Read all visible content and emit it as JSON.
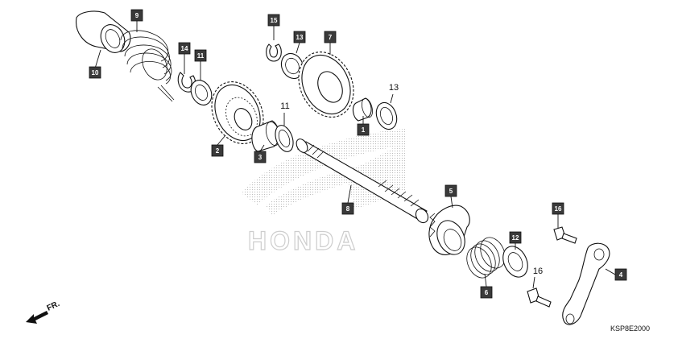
{
  "watermark": {
    "brand": "HONDA"
  },
  "callouts": {
    "c1": "1",
    "c2": "2",
    "c3": "3",
    "c4": "4",
    "c5": "5",
    "c6": "6",
    "c7": "7",
    "c8": "8",
    "c9": "9",
    "c10": "10",
    "c11a": "11",
    "c11b": "11",
    "c12": "12",
    "c13a": "13",
    "c13b": "13",
    "c14": "14",
    "c15": "15",
    "c16a": "16",
    "c16b": "16"
  },
  "diagram_code": "KSP8E2000",
  "direction_label": "FR.",
  "colors": {
    "ink": "#111111",
    "callout_fill": "#3a3a3a",
    "watermark": "#c8c8c8"
  }
}
